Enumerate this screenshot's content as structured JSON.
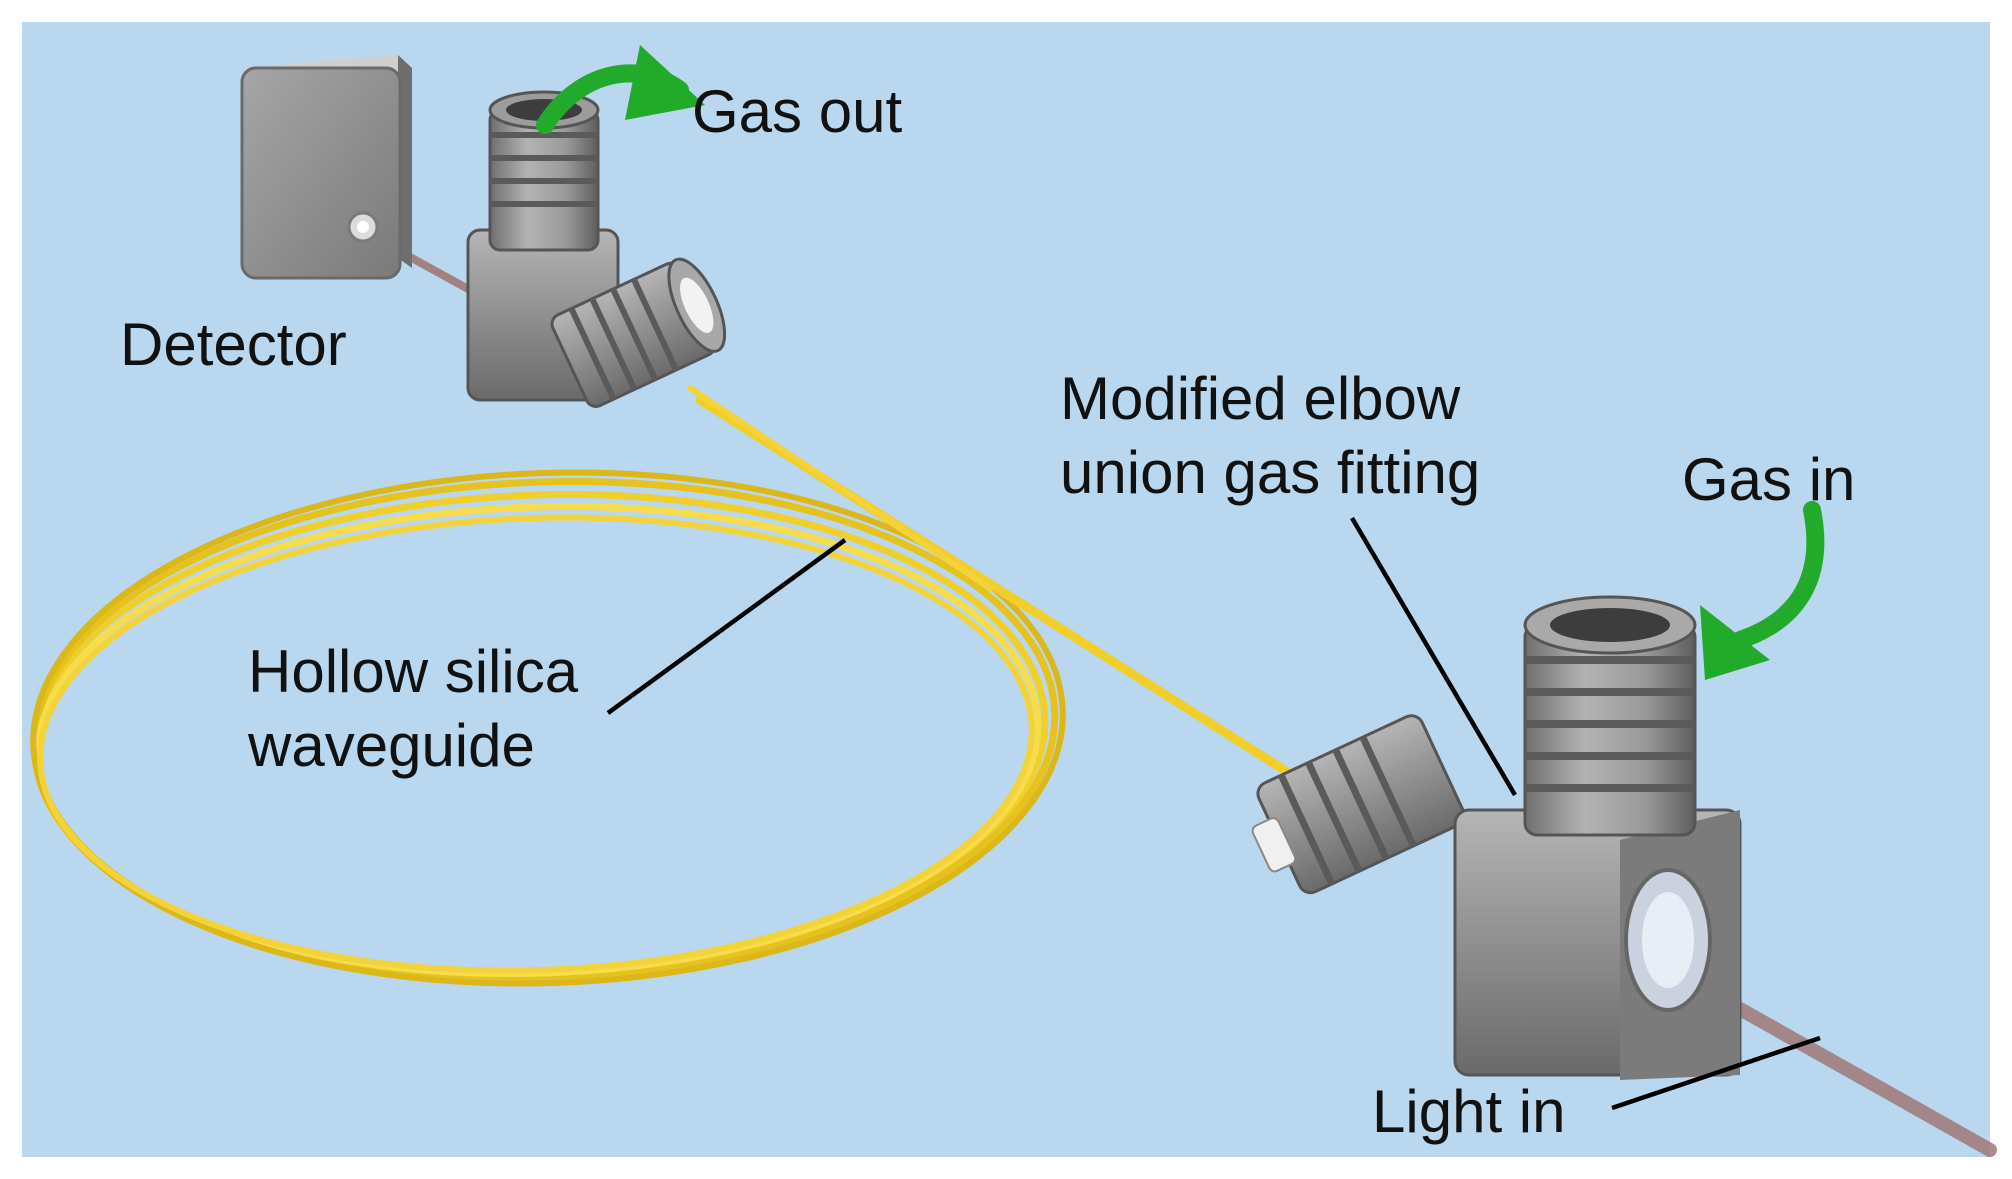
{
  "labels": {
    "gas_out": "Gas out",
    "detector": "Detector",
    "modified_elbow_line1": "Modified elbow",
    "modified_elbow_line2": "union gas fitting",
    "gas_in": "Gas in",
    "hollow_silica_line1": "Hollow silica",
    "hollow_silica_line2": "waveguide",
    "light_in": "Light in"
  },
  "colors": {
    "background": "#b9d7ef",
    "waveguide": "#f0cf2a",
    "fitting_metal": "#8e8e8e",
    "arrow": "#22aa2a",
    "light_beam": "#a07878",
    "leader_line": "#000000"
  },
  "icons": {
    "gas_arrow": "curved-arrow",
    "fitting": "elbow-union-fitting",
    "detector": "detector-box"
  }
}
